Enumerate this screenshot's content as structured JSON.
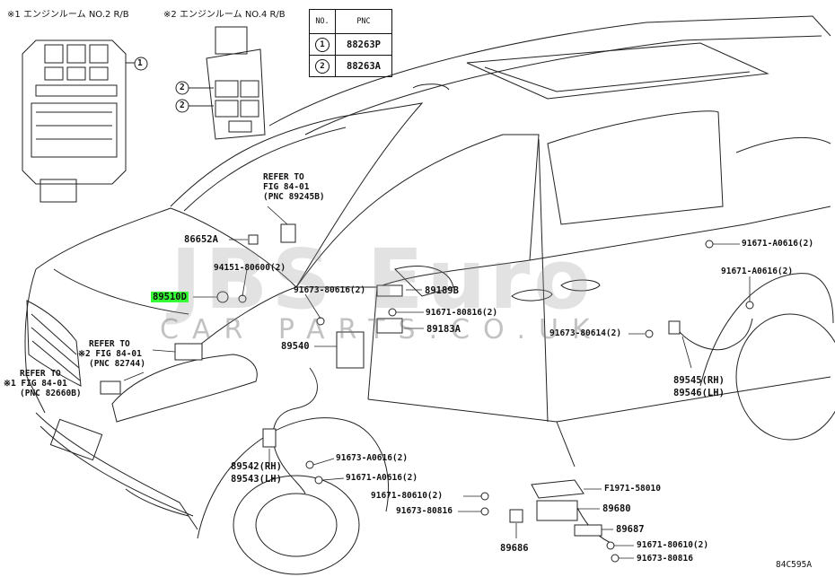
{
  "inset_1": {
    "mark": "※1",
    "title": "エンジンルーム  NO.2 R/B",
    "callout": "1"
  },
  "inset_2": {
    "mark": "※2",
    "title": "エンジンルーム  NO.4 R/B",
    "callouts": [
      "2",
      "2"
    ]
  },
  "pnc_table": {
    "headers": [
      "NO.",
      "PNC"
    ],
    "rows": [
      {
        "no": "1",
        "pnc": "88263P"
      },
      {
        "no": "2",
        "pnc": "88263A"
      }
    ]
  },
  "refs": {
    "ref_top": [
      "REFER TO",
      "FIG 84-01",
      "(PNC 89245B)"
    ],
    "ref_mid": [
      "REFER TO",
      "※2 FIG 84-01",
      "(PNC 82744)"
    ],
    "ref_low": [
      "REFER TO",
      "※1 FIG 84-01",
      "(PNC 82660B)"
    ]
  },
  "parts": {
    "p86652A": "86652A",
    "p94151": "94151-80600(2)",
    "p89510D": "89510D",
    "p91673_80616": "91673-80616(2)",
    "p89189B": "89189B",
    "p91671_80816": "91671-80816(2)",
    "p89183A": "89183A",
    "p89540": "89540",
    "p91671_A0616_top": "91671-A0616(2)",
    "p91671_A0616_mid": "91671-A0616(2)",
    "p91673_80614": "91673-80614(2)",
    "p89545": "89545(RH)",
    "p89546": "89546(LH)",
    "p89542": "89542(RH)",
    "p89543": "89543(LH)",
    "p91673_A0616": "91673-A0616(2)",
    "p91671_A0616_low": "91671-A0616(2)",
    "p91671_80610": "91671-80610(2)",
    "p91673_80816": "91673-80816",
    "pF1971": "F1971-58010",
    "p89680": "89680",
    "p89687": "89687",
    "p91671_80610_b": "91671-80610(2)",
    "p91673_80816_b": "91673-80816",
    "p89686": "89686"
  },
  "watermark": {
    "line1": "JBS Euro",
    "line2": "CAR PARTS.CO.UK"
  },
  "figure_code": "84C595A",
  "colors": {
    "highlight": "#33ff33",
    "ink": "#111111",
    "watermark": "#9a9a9a"
  }
}
